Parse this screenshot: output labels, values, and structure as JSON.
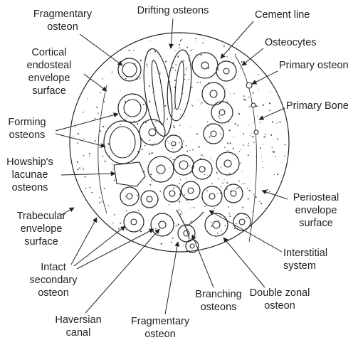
{
  "labels": {
    "fragmentary_osteon_top": [
      "Fragmentary",
      "osteon"
    ],
    "drifting_osteons": "Drifting osteons",
    "cement_line": "Cement line",
    "osteocytes": "Osteocytes",
    "primary_osteon": "Primary osteon",
    "cortical_endosteal": [
      "Cortical",
      "endosteal",
      "envelope",
      "surface"
    ],
    "primary_bone": "Primary Bone",
    "forming_osteons": [
      "Forming",
      "osteons"
    ],
    "howships_lacunae": [
      "Howship's",
      "lacunae",
      "osteons"
    ],
    "periosteal_envelope": [
      "Periosteal",
      "envelope",
      "surface"
    ],
    "trabecular_envelope": [
      "Trabecular",
      "envelope",
      "surface"
    ],
    "interstitial_system": [
      "Interstitial",
      "system"
    ],
    "intact_secondary_osteon": [
      "Intact",
      "secondary",
      "osteon"
    ],
    "branching_osteons": [
      "Branching",
      "osteons"
    ],
    "double_zonal_osteon": [
      "Double zonal",
      "osteon"
    ],
    "haversian_canal": [
      "Haversian",
      "canal"
    ],
    "fragmentary_osteon_bottom": [
      "Fragmentary",
      "osteon"
    ]
  },
  "colors": {
    "ink": "#222222",
    "background": "#ffffff"
  }
}
